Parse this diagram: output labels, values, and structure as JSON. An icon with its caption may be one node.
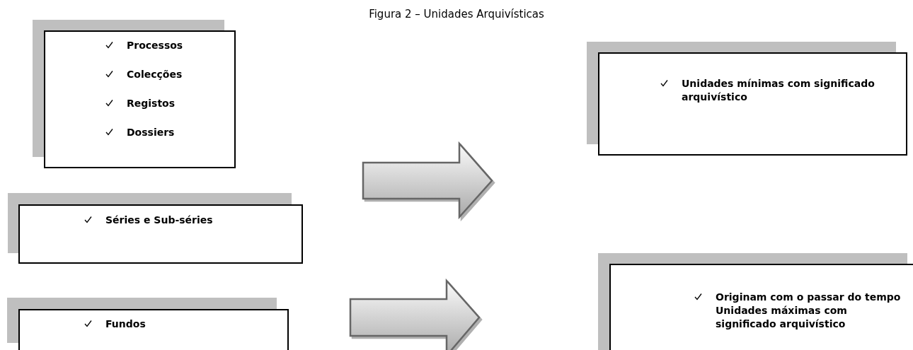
{
  "diagram": {
    "title": "Figura 2 – Unidades Arquivísticas",
    "nodes": [
      {
        "text": [
          "Processos",
          "Colecções",
          "Registos",
          "Dossiers"
        ]
      },
      {
        "text": [
          "Séries e Sub-séries"
        ]
      },
      {
        "text": [
          "Fundos"
        ]
      },
      {
        "text": [
          "Unidades mínimas com significado arquivístico"
        ]
      },
      {
        "text": [
          "Originam com o passar do tempo",
          "Unidades máximas com significado arquivístico"
        ]
      }
    ]
  }
}
